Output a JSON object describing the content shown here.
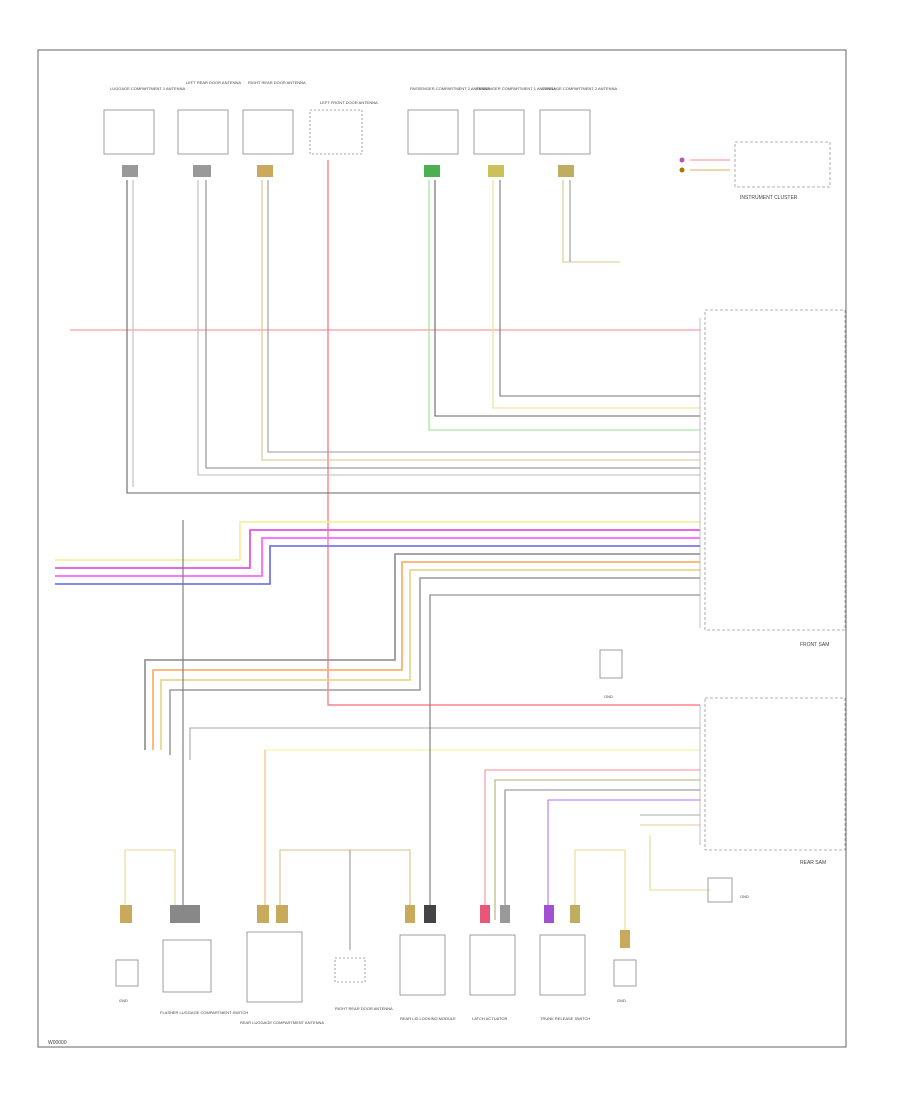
{
  "footer_id": "W00000",
  "labels": {
    "instrument_cluster": "INSTRUMENT CLUSTER",
    "front_sam": "FRONT SAM",
    "rear_sam": "REAR SAM"
  },
  "components": [
    {
      "id": "top1",
      "label": "LUGGAGE COMPARTMENT 1 ANTENNA"
    },
    {
      "id": "top2",
      "label": "LEFT REAR DOOR ANTENNA"
    },
    {
      "id": "top3",
      "label": "RIGHT REAR DOOR ANTENNA"
    },
    {
      "id": "top4",
      "label": "LEFT FRONT DOOR ANTENNA"
    },
    {
      "id": "top5",
      "label": "PASSENGER COMPARTMENT 2 ANTENNA"
    },
    {
      "id": "top6",
      "label": "PASSENGER COMPARTMENT 1 ANTENNA"
    },
    {
      "id": "top7",
      "label": "LUGGAGE COMPARTMENT 2 ANTENNA"
    },
    {
      "id": "bot1",
      "label": "FLASHER LUGGAGE COMPARTMENT SWITCH"
    },
    {
      "id": "bot2",
      "label": "REAR LUGGAGE COMPARTMENT ANTENNA"
    },
    {
      "id": "bot3",
      "label": "RIGHT REAR DOOR ANTENNA"
    },
    {
      "id": "bot4",
      "label": "REAR LID LOCKING MODULE"
    },
    {
      "id": "bot5",
      "label": "LATCH ACTUATOR"
    },
    {
      "id": "bot6",
      "label": "TRUNK RELEASE SWITCH"
    }
  ],
  "grounds": {
    "g1": "GND",
    "g2": "GND",
    "g3": "GND",
    "g4": "GND"
  }
}
